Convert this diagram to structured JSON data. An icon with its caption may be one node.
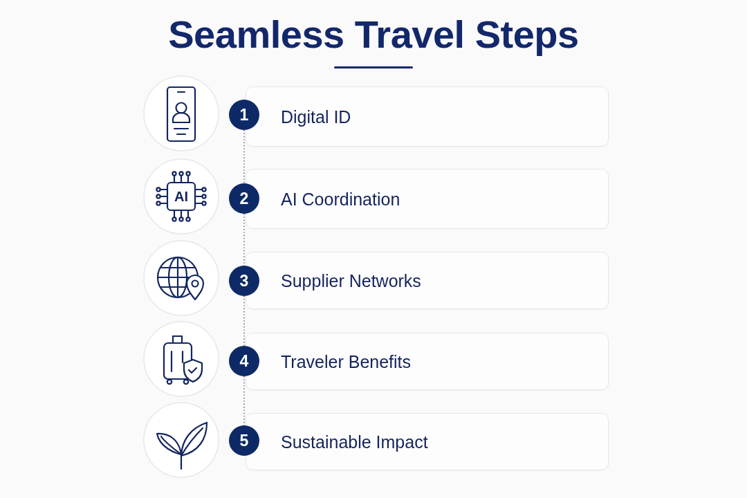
{
  "diagram": {
    "title": "Seamless Travel Steps",
    "nodes": [
      {
        "text": [
          "1"
        ]
      },
      {
        "text": [
          "Digital ID"
        ]
      },
      {
        "text": [
          "2"
        ]
      },
      {
        "text": [
          "AI Coordination"
        ]
      },
      {
        "text": [
          "3"
        ]
      },
      {
        "text": [
          "Supplier Networks"
        ]
      },
      {
        "text": [
          "4"
        ]
      },
      {
        "text": [
          "Traveler Benefits"
        ]
      },
      {
        "text": [
          "5"
        ]
      },
      {
        "text": [
          "Sustainable Impact"
        ]
      }
    ],
    "edges": [
      {
        "from": 0,
        "to": 2,
        "arrow": "none"
      },
      {
        "from": 2,
        "to": 4,
        "arrow": "none"
      },
      {
        "from": 4,
        "to": 6,
        "arrow": "none"
      },
      {
        "from": 6,
        "to": 8,
        "arrow": "none"
      }
    ],
    "labels": [
      "AI"
    ]
  }
}
